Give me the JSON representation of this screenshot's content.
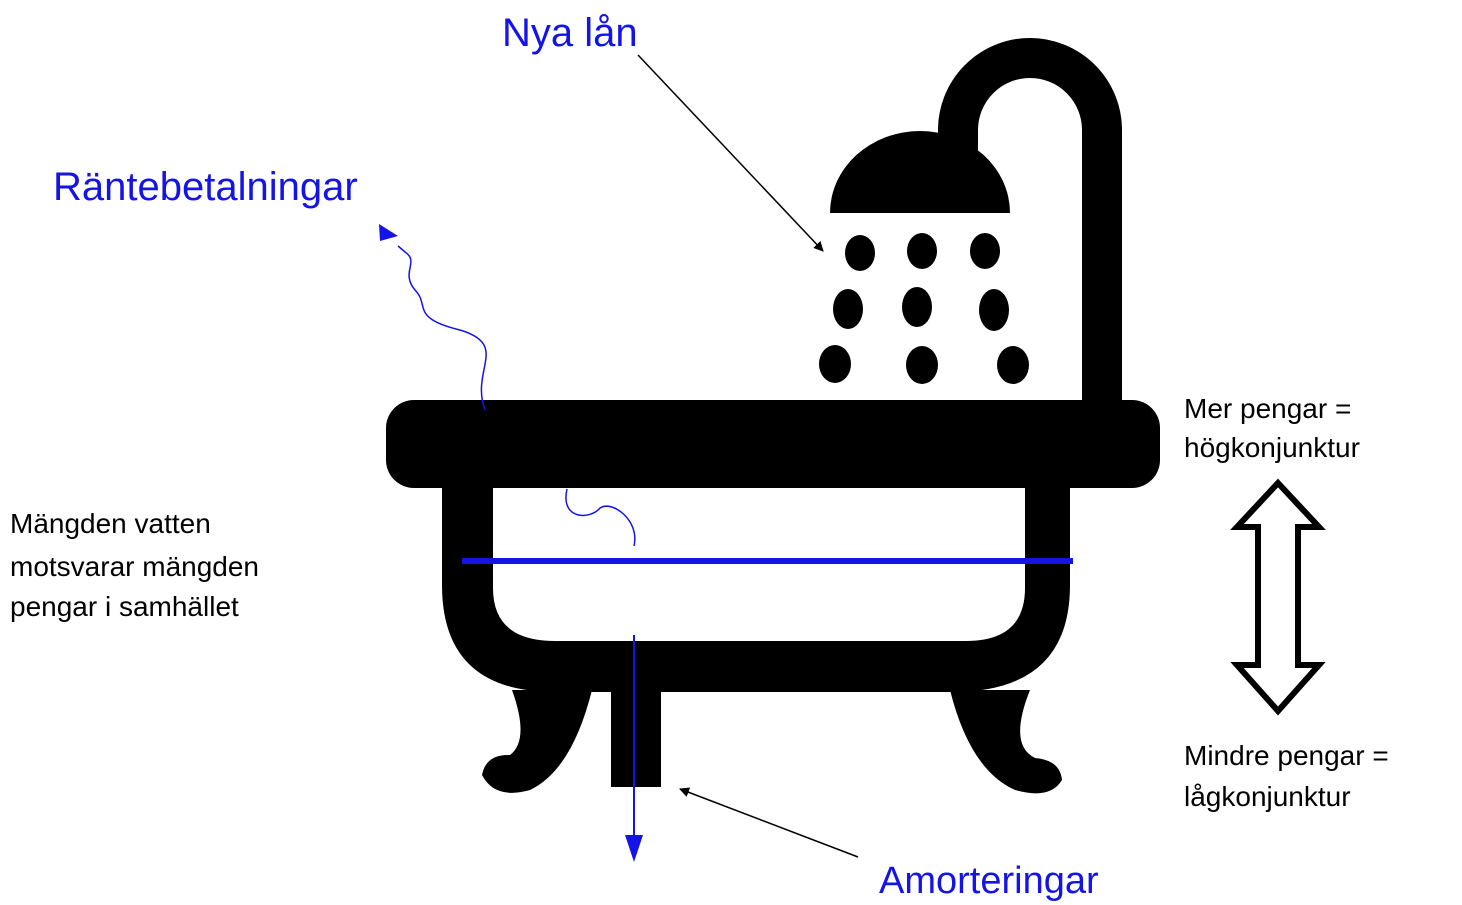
{
  "labels": {
    "new_loans": "Nya lån",
    "interest_payments": "Räntebetalningar",
    "amortizations": "Amorteringar",
    "water_amount": [
      "Mängden vatten",
      "motsvarar mängden",
      "pengar i samhället"
    ],
    "more_money": [
      "Mer pengar =",
      "högkonjunktur"
    ],
    "less_money": [
      "Mindre pengar =",
      "lågkonjunktur"
    ]
  },
  "colors": {
    "blue": "#1414e6",
    "water_line": "#1414e6",
    "tub": "#000000",
    "background": "#ffffff"
  },
  "icons": {
    "tub": "bathtub-icon",
    "shower": "shower-icon",
    "drain": "drain-icon"
  }
}
